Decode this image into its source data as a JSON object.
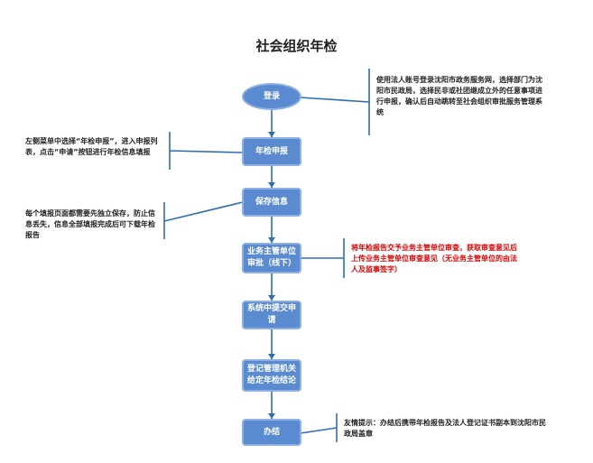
{
  "title": "社会组织年检",
  "steps": [
    {
      "label": "登录"
    },
    {
      "label": "年检申报"
    },
    {
      "label": "保存信息"
    },
    {
      "label": "业务主管单位审批（线下）"
    },
    {
      "label": "系统中提交申请"
    },
    {
      "label": "登记管理机关给定年检结论"
    },
    {
      "label": "办结"
    }
  ],
  "notes": [
    {
      "text": "使用法人账号登录沈阳市政务服务网，选择部门为沈阳市民政局，选择民非或社团继成立外的任意事项进行申报，确认后自动跳转至社会组织审批服务管理系统"
    },
    {
      "text": "左侧菜单中选择“年检申报”，进入申报列表，点击“申请”按钮进行年检信息填报"
    },
    {
      "text": "每个填报页面都需要先独立保存，防止信息丢失，信息全部填报完成后可下载年检报告"
    },
    {
      "text": "将年检报告交予业务主管单位审查，获取审查意见后上传业务主管单位审查意见（无业务主管单位的由法人及监事签字）"
    },
    {
      "text": "友情提示：办结后携带年检报告及法人登记证书副本到沈阳市民政局盖章"
    }
  ],
  "colors": {
    "node_fill": "#5a8ad0",
    "node_border": "#8db1e2",
    "line": "#2e6db4",
    "highlight_text": "#e00000"
  }
}
